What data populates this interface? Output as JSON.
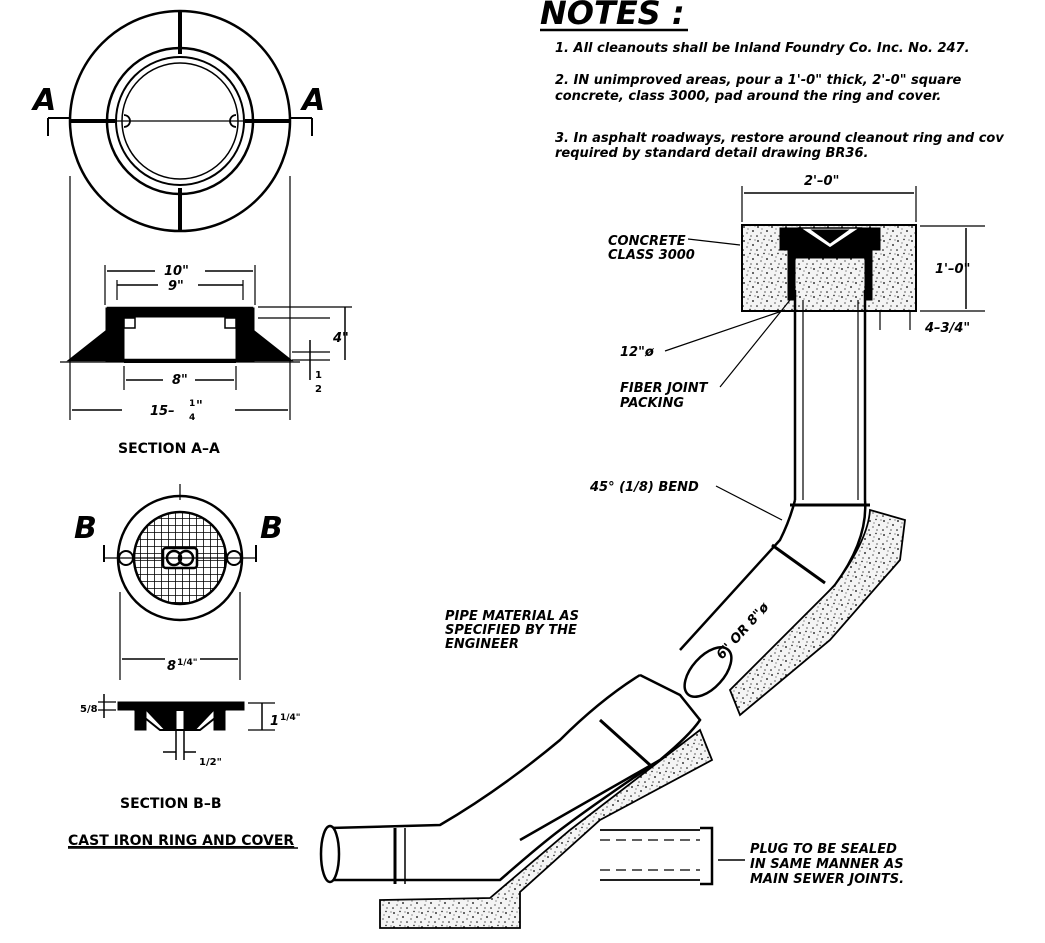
{
  "notes": {
    "heading": "NOTES :",
    "items": [
      "1. All cleanouts shall be Inland Foundry Co. Inc. No. 247.",
      "2. IN unimproved areas, pour a 1'-0\" thick, 2'-0\" square",
      "concrete, class 3000, pad around the ring and cover.",
      "3. In asphalt roadways, restore around cleanout ring and cov",
      "required by standard detail drawing BR36."
    ]
  },
  "plan_a": {
    "left_label": "A",
    "right_label": "A"
  },
  "section_aa": {
    "title": "SECTION A–A",
    "dim_10": "10\"",
    "dim_9": "9\"",
    "dim_8": "8\"",
    "dim_15": "15–",
    "dim_15_frac_num": "1",
    "dim_15_frac_den": "4",
    "dim_15_unit": "\"",
    "dim_4": "4\"",
    "dim_half_num": "1",
    "dim_half_den": "2"
  },
  "plan_b": {
    "left_label": "B",
    "right_label": "B"
  },
  "section_bb": {
    "title": "SECTION B–B",
    "dim_8_whole": "8",
    "dim_8_frac": "1/4\"",
    "dim_58": "5/8",
    "dim_1": "1",
    "dim_1_frac": "1/4\"",
    "dim_half": "1/2\""
  },
  "caption": "CAST IRON RING AND COVER",
  "profile": {
    "dim_top": "2'–0\"",
    "dim_right": "1'–0\"",
    "dim_rim": "4–3/4\"",
    "concrete_l1": "CONCRETE",
    "concrete_l2": "CLASS 3000",
    "pipe_dia": "12\"ø",
    "fiber_l1": "FIBER JOINT",
    "fiber_l2": "PACKING",
    "bend": "45° (1/8) BEND",
    "pipe_mat_l1": "PIPE MATERIAL AS",
    "pipe_mat_l2": "SPECIFIED BY THE",
    "pipe_mat_l3": "ENGINEER",
    "pipe_size": "6\" OR 8\"ø",
    "plug_l1": "PLUG TO BE SEALED",
    "plug_l2": "IN SAME MANNER AS",
    "plug_l3": "MAIN SEWER JOINTS."
  }
}
